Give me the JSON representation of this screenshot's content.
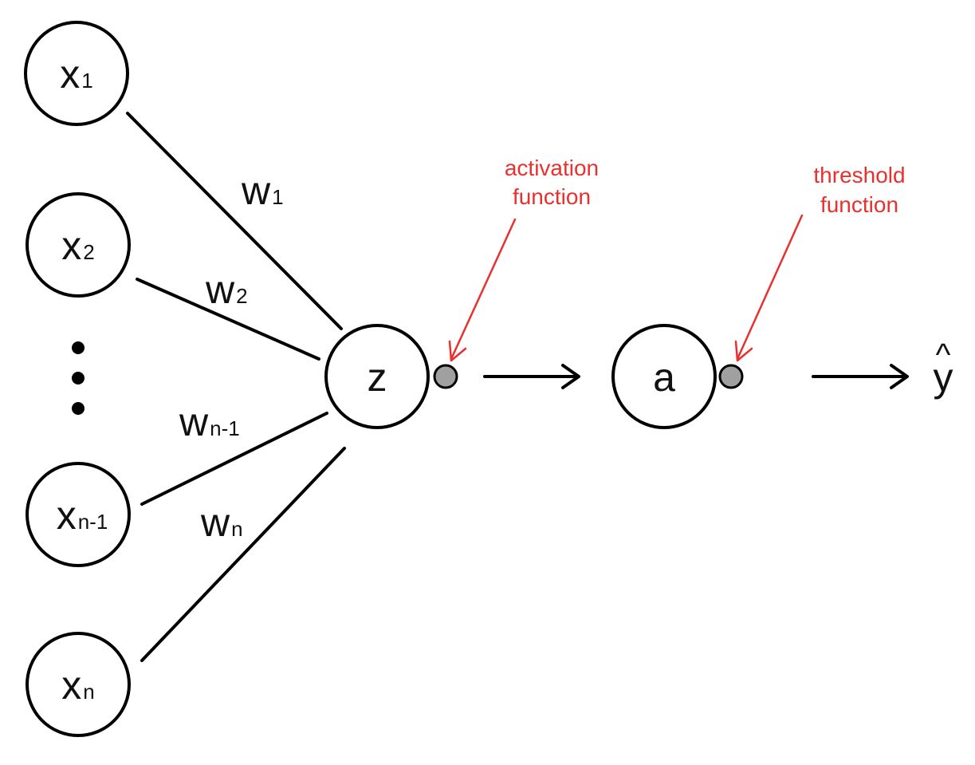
{
  "colors": {
    "annotation": "#e8312f",
    "ink": "#000000",
    "connector_fill": "#a0a0a0"
  },
  "inputs": [
    {
      "base": "x",
      "sub": "1"
    },
    {
      "base": "x",
      "sub": "2"
    },
    {
      "base": "x",
      "sub": "n-1"
    },
    {
      "base": "x",
      "sub": "n"
    }
  ],
  "weights": [
    {
      "base": "w",
      "sub": "1"
    },
    {
      "base": "w",
      "sub": "2"
    },
    {
      "base": "w",
      "sub": "n-1"
    },
    {
      "base": "w",
      "sub": "n"
    }
  ],
  "nodes": {
    "z_label": "z",
    "a_label": "a"
  },
  "output": {
    "label": "y",
    "hat": "^"
  },
  "annotations": {
    "activation_line1": "activation",
    "activation_line2": "function",
    "threshold_line1": "threshold",
    "threshold_line2": "function"
  }
}
